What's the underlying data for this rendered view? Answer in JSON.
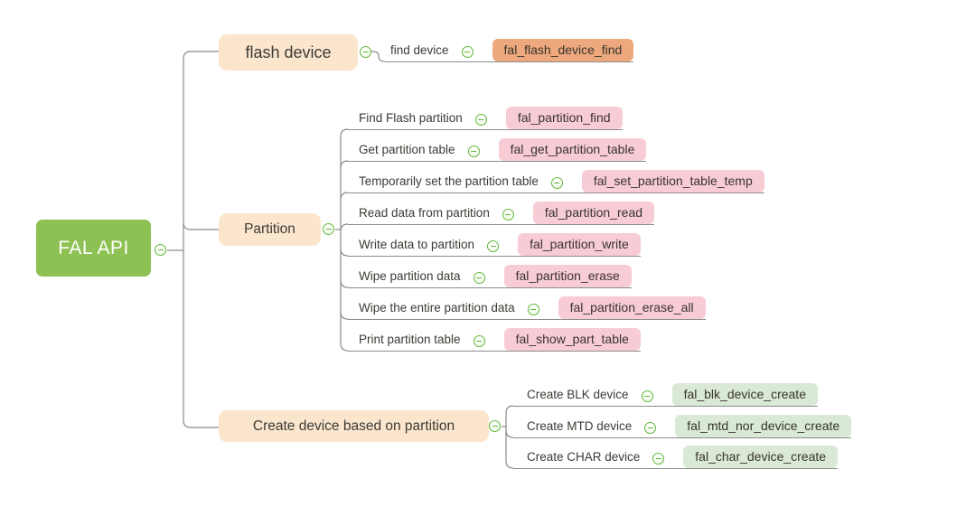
{
  "root": {
    "label": "FAL API"
  },
  "branches": [
    {
      "label": "flash device",
      "children": [
        {
          "label": "find device",
          "api": "fal_flash_device_find"
        }
      ]
    },
    {
      "label": "Partition",
      "children": [
        {
          "label": "Find Flash partition",
          "api": "fal_partition_find"
        },
        {
          "label": "Get partition table",
          "api": "fal_get_partition_table"
        },
        {
          "label": "Temporarily set the partition table",
          "api": "fal_set_partition_table_temp"
        },
        {
          "label": "Read data from partition",
          "api": "fal_partition_read"
        },
        {
          "label": "Write data to partition",
          "api": "fal_partition_write"
        },
        {
          "label": "Wipe partition data",
          "api": "fal_partition_erase"
        },
        {
          "label": "Wipe the entire partition data",
          "api": "fal_partition_erase_all"
        },
        {
          "label": "Print partition table",
          "api": "fal_show_part_table"
        }
      ]
    },
    {
      "label": "Create device based on partition",
      "children": [
        {
          "label": "Create BLK device",
          "api": "fal_blk_device_create"
        },
        {
          "label": "Create MTD device",
          "api": "fal_mtd_nor_device_create"
        },
        {
          "label": "Create CHAR device",
          "api": "fal_char_device_create"
        }
      ]
    }
  ],
  "icons": {
    "collapse": "minus-circle-icon"
  },
  "colors": {
    "canvas-bg": "#ffffff",
    "wire": "#8c8c8c",
    "root-bg": "#8dc153",
    "root-text": "#ffffff",
    "branch-bg": "#fbe6cd",
    "branch-text": "#3d3a35",
    "leaf-orange": "#eda87d",
    "leaf-pink": "#f8ccd5",
    "leaf-green": "#d9e9d5",
    "leaf-text": "#38342f",
    "label-text": "#3d3a35",
    "collapse-green": "#5fb73a",
    "collapse-fill": "#f3faec"
  }
}
